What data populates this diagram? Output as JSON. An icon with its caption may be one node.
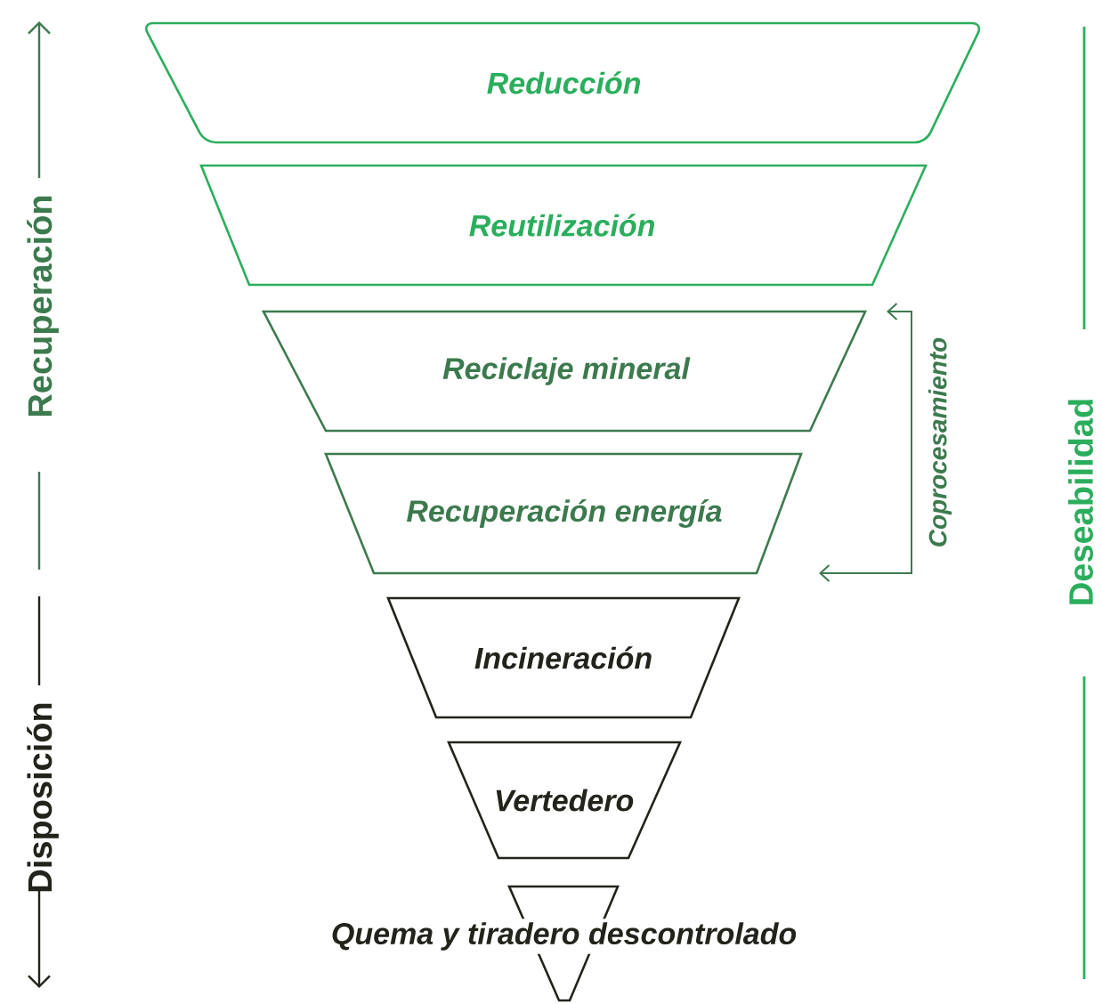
{
  "diagram": {
    "nodes": [
      {
        "text": [
          "Reducción"
        ]
      },
      {
        "text": [
          "Reutilización"
        ]
      },
      {
        "text": [
          "Reciclaje mineral"
        ]
      },
      {
        "text": [
          "Recuperación energía"
        ]
      },
      {
        "text": [
          "Incineración"
        ]
      },
      {
        "text": [
          "Vertedero"
        ]
      },
      {
        "text": [
          "Quema y tiradero descontrolado"
        ]
      }
    ],
    "edges": [
      {
        "from": 3,
        "to": 2,
        "arrow": "both",
        "label": "Coprocesamiento"
      }
    ],
    "labels": [
      "Recuperación",
      "Disposición",
      "Deseabilidad"
    ]
  }
}
